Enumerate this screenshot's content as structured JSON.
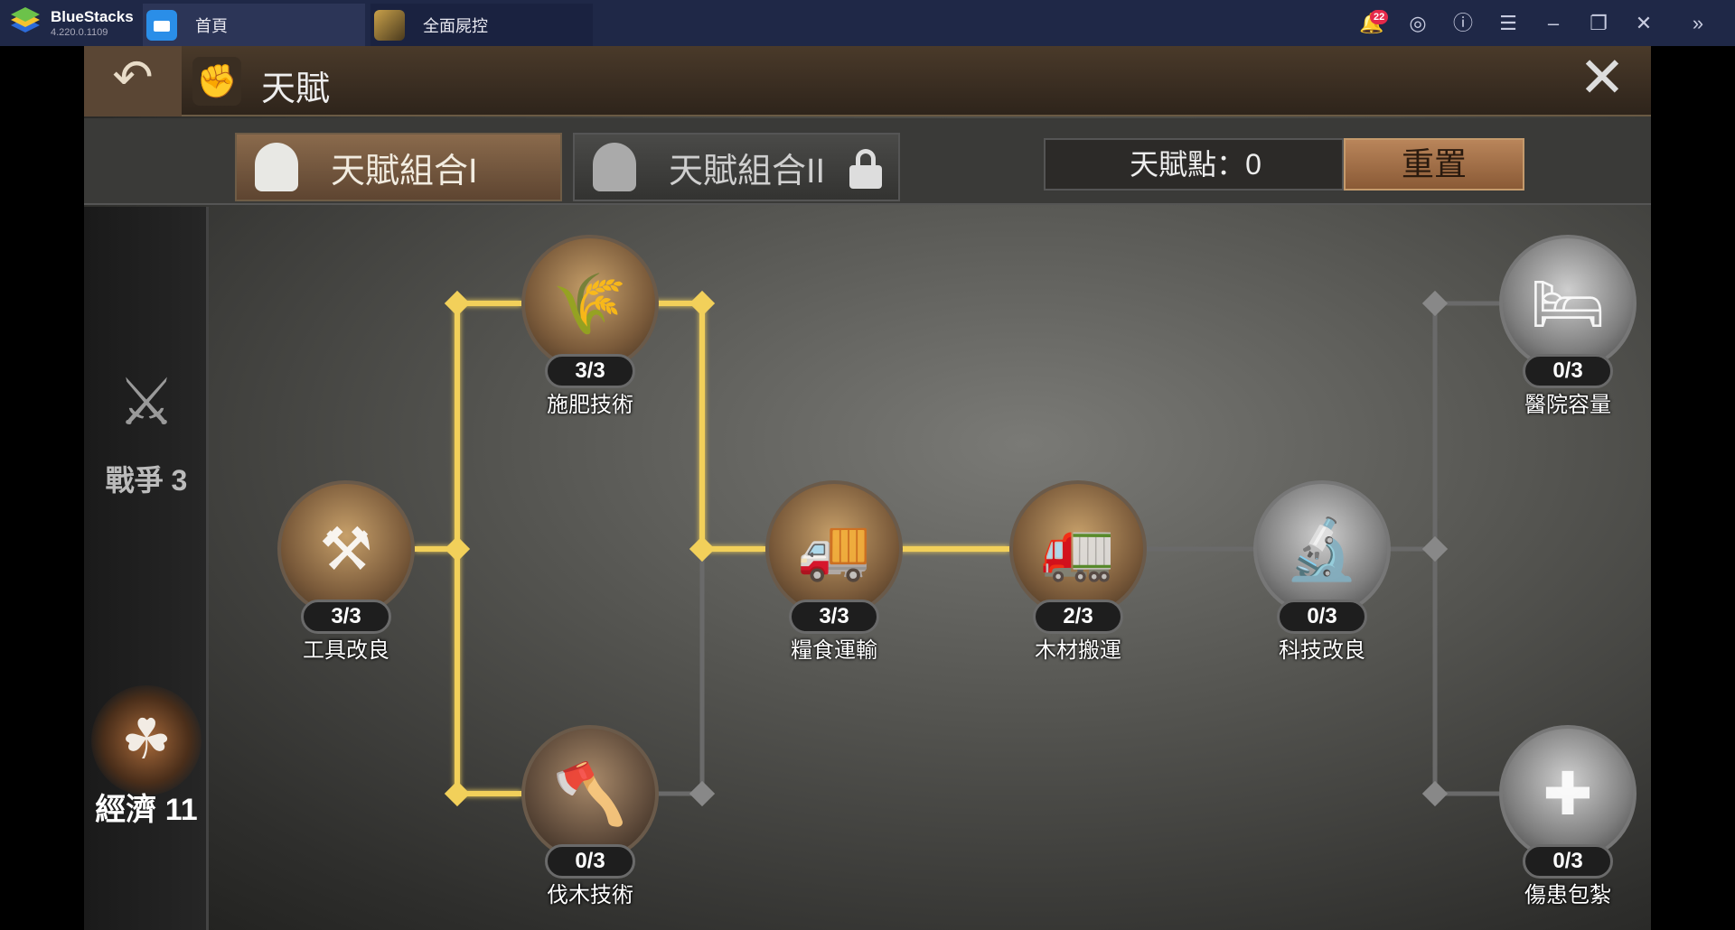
{
  "bluestacks": {
    "app_name": "BlueStacks",
    "version": "4.220.0.1109",
    "tabs": [
      {
        "label": "首頁"
      },
      {
        "label": "全面屍控"
      }
    ],
    "notification_count": "22",
    "controls": [
      "bell-icon",
      "account-icon",
      "help-icon",
      "menu-icon",
      "minimize-icon",
      "restore-icon",
      "close-icon",
      "expand-icon"
    ]
  },
  "header": {
    "title": "天賦"
  },
  "combos": [
    {
      "label": "天賦組合I",
      "active": true
    },
    {
      "label": "天賦組合II",
      "locked": true
    }
  ],
  "points": {
    "label": "天賦點：0"
  },
  "reset": {
    "label": "重置"
  },
  "categories": [
    {
      "label": "戰爭 3",
      "icon": "crossed-rifles-icon"
    },
    {
      "label": "經濟 11",
      "icon": "economy-icon",
      "selected": true
    }
  ],
  "nodes": [
    {
      "id": "fertilizer",
      "name": "施肥技術",
      "count": "3/3",
      "icon": "seed-sack-icon"
    },
    {
      "id": "tools",
      "name": "工具改良",
      "count": "3/3",
      "icon": "tools-icon"
    },
    {
      "id": "logging",
      "name": "伐木技術",
      "count": "0/3",
      "icon": "lumberjack-icon"
    },
    {
      "id": "food-transport",
      "name": "糧食運輸",
      "count": "3/3",
      "icon": "food-truck-icon"
    },
    {
      "id": "wood-transport",
      "name": "木材搬運",
      "count": "2/3",
      "icon": "wood-truck-icon"
    },
    {
      "id": "tech",
      "name": "科技改良",
      "count": "0/3",
      "icon": "microscope-icon"
    },
    {
      "id": "hospital",
      "name": "醫院容量",
      "count": "0/3",
      "icon": "hospital-bed-icon"
    },
    {
      "id": "wounded-pack",
      "name": "傷患包紮",
      "count": "0/3",
      "icon": "medkit-icon"
    }
  ],
  "colors": {
    "active_path": "#f2d05a",
    "inactive_path": "#6a6a6a",
    "accent": "#b9855a"
  }
}
